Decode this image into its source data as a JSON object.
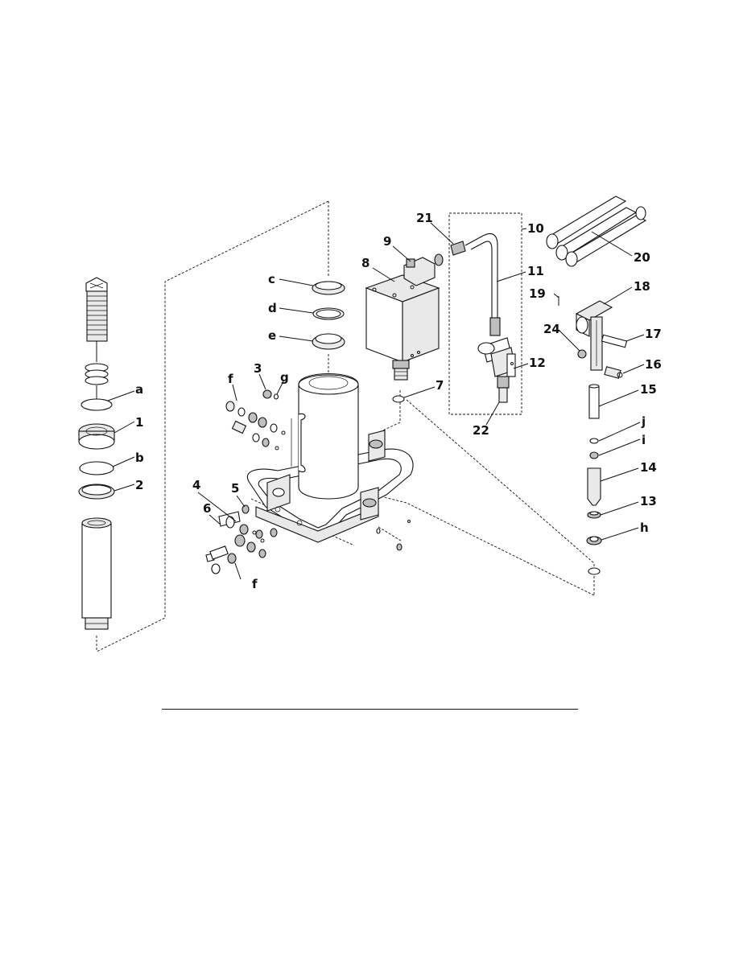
{
  "diagram": {
    "callouts": [
      {
        "id": "a",
        "label": "a"
      },
      {
        "id": "1",
        "label": "1"
      },
      {
        "id": "b",
        "label": "b"
      },
      {
        "id": "2",
        "label": "2"
      },
      {
        "id": "c",
        "label": "c"
      },
      {
        "id": "d",
        "label": "d"
      },
      {
        "id": "e",
        "label": "e"
      },
      {
        "id": "3",
        "label": "3"
      },
      {
        "id": "g",
        "label": "g"
      },
      {
        "id": "f-top",
        "label": "f"
      },
      {
        "id": "f-bottom",
        "label": "f"
      },
      {
        "id": "4",
        "label": "4"
      },
      {
        "id": "5",
        "label": "5"
      },
      {
        "id": "6",
        "label": "6"
      },
      {
        "id": "7",
        "label": "7"
      },
      {
        "id": "8",
        "label": "8"
      },
      {
        "id": "9",
        "label": "9"
      },
      {
        "id": "21",
        "label": "21"
      },
      {
        "id": "10",
        "label": "10"
      },
      {
        "id": "11",
        "label": "11"
      },
      {
        "id": "12",
        "label": "12"
      },
      {
        "id": "22",
        "label": "22"
      },
      {
        "id": "20",
        "label": "20"
      },
      {
        "id": "19",
        "label": "19"
      },
      {
        "id": "18",
        "label": "18"
      },
      {
        "id": "24",
        "label": "24"
      },
      {
        "id": "17",
        "label": "17"
      },
      {
        "id": "16",
        "label": "16"
      },
      {
        "id": "15",
        "label": "15"
      },
      {
        "id": "j",
        "label": "j"
      },
      {
        "id": "i",
        "label": "i"
      },
      {
        "id": "14",
        "label": "14"
      },
      {
        "id": "13",
        "label": "13"
      },
      {
        "id": "h",
        "label": "h"
      }
    ]
  }
}
